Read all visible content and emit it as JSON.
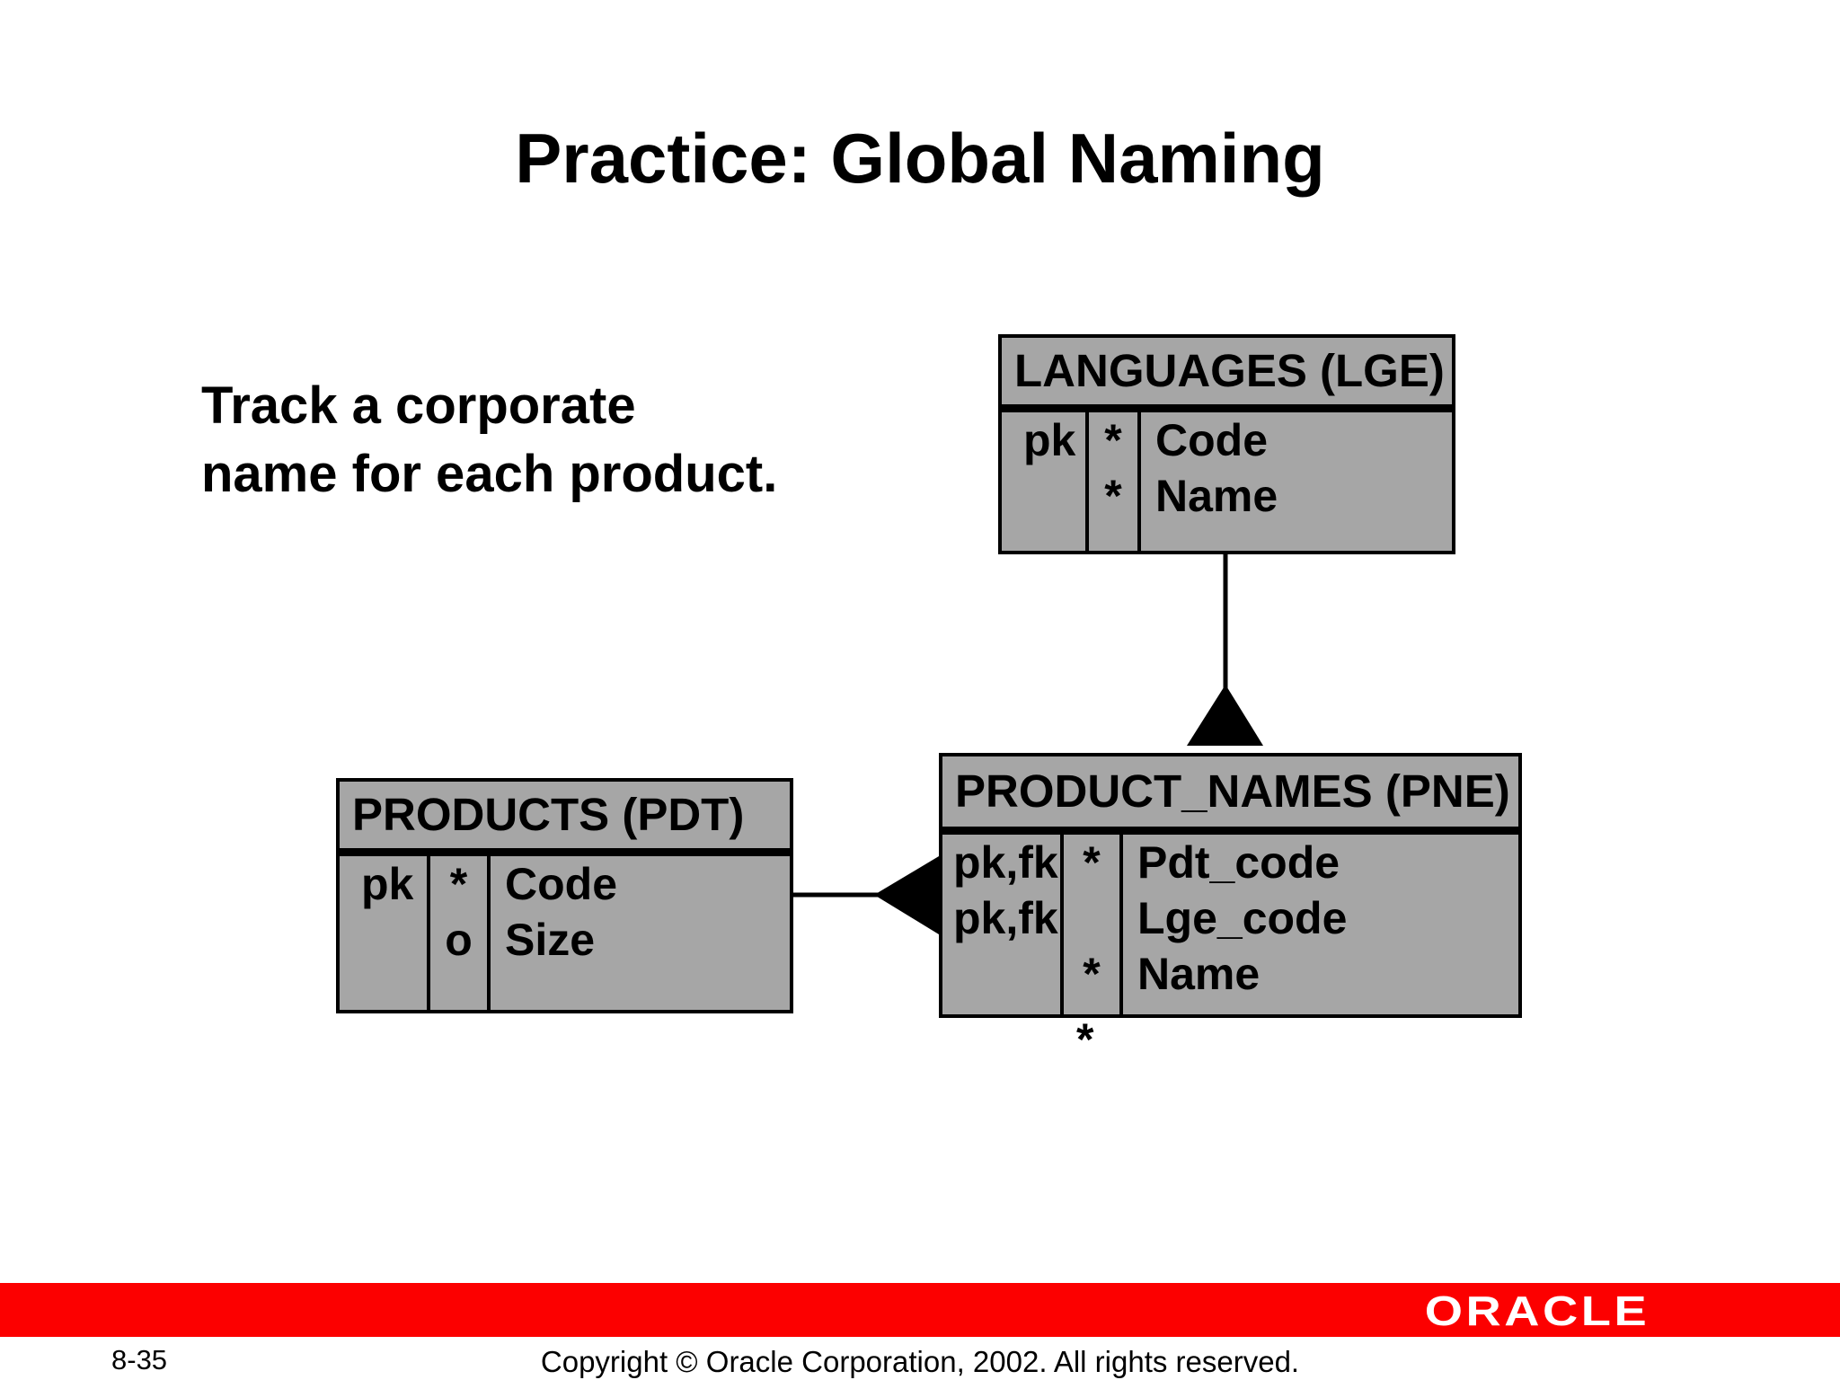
{
  "slide": {
    "title": "Practice: Global Naming",
    "intro_lines": [
      "Track a corporate",
      "name for each product."
    ]
  },
  "entities": {
    "languages": {
      "title": "LANGUAGES (LGE)",
      "keys": [
        "pk",
        ""
      ],
      "optionality": [
        "*",
        "*"
      ],
      "attributes": [
        "Code",
        "Name"
      ]
    },
    "products": {
      "title": "PRODUCTS (PDT)",
      "keys": [
        "pk",
        ""
      ],
      "optionality": [
        "*",
        "o"
      ],
      "attributes": [
        "Code",
        "Size"
      ]
    },
    "product_names": {
      "title": "PRODUCT_NAMES (PNE)",
      "keys": [
        "pk,fk",
        "pk,fk",
        ""
      ],
      "optionality": [
        "*",
        "",
        "*"
      ],
      "attributes": [
        "Pdt_code",
        "Lge_code",
        "Name"
      ]
    }
  },
  "extra_mark": "*",
  "footer": {
    "logo_text": "ORACLE",
    "page_number": "8-35",
    "copyright": "Copyright © Oracle Corporation, 2002. All rights reserved.",
    "band_color": "#fc0000"
  }
}
